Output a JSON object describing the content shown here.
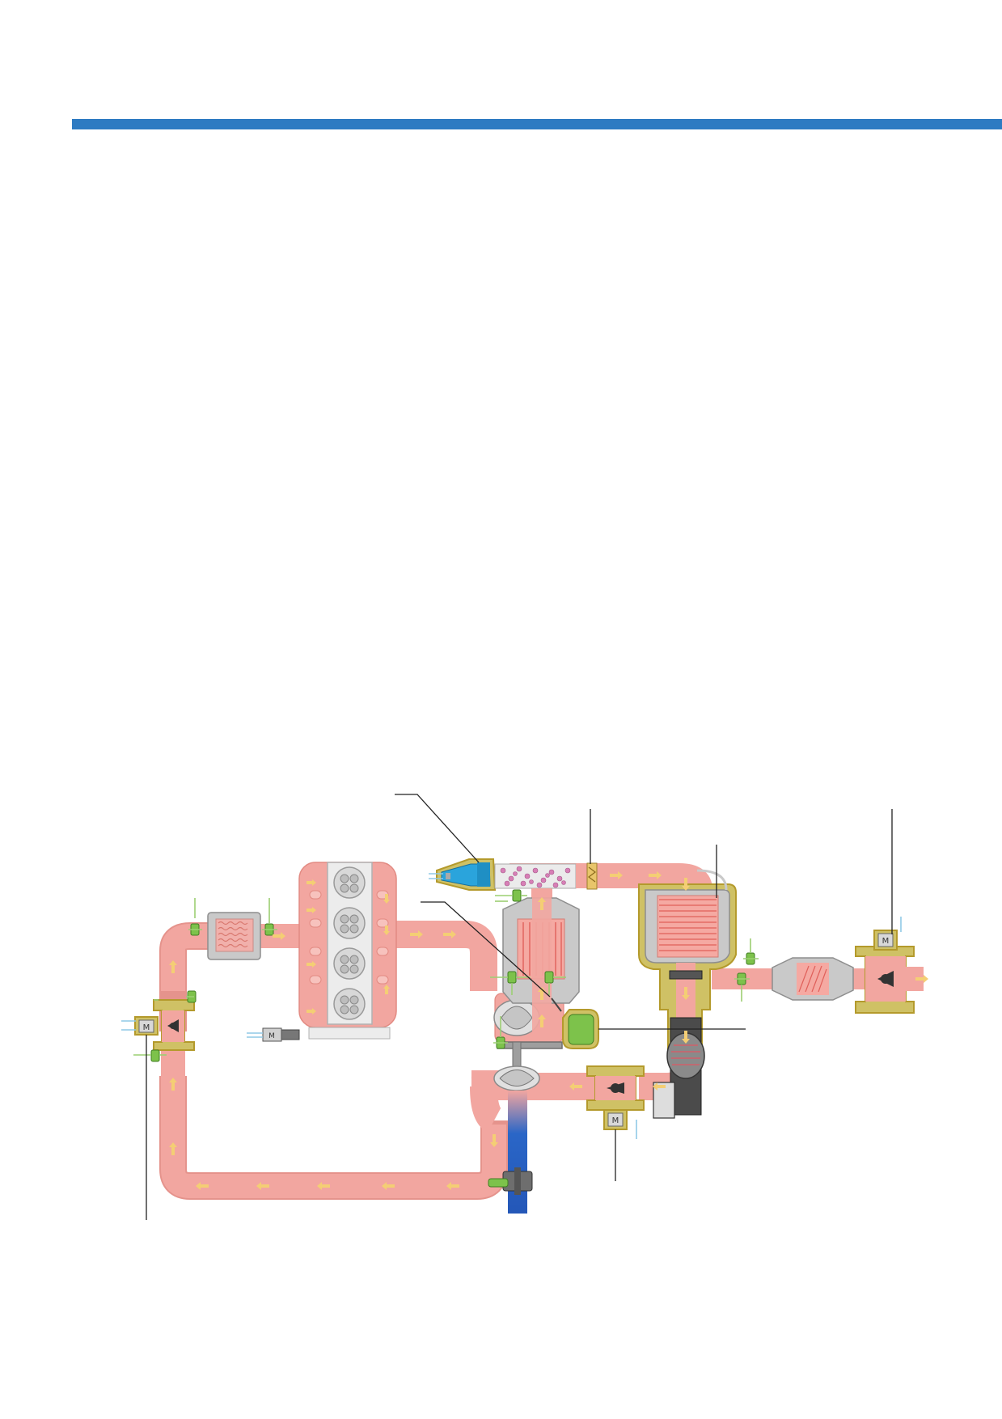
{
  "theme": {
    "accent": "#2e7bc2",
    "exhaust_pipe": "#f2a6a0",
    "insulation": "#cfc165",
    "sensor": "#7dc24b",
    "fresh_air": "#2a66c7",
    "injector": "#2aa4dc"
  },
  "components": [
    "header-rule",
    "egr-cooler",
    "engine-block",
    "egr-valve-left",
    "turbocharger",
    "fuel-injector",
    "mixer",
    "particle-filter",
    "catalytic-converter",
    "exhaust-flap-valve",
    "intake-throttle-valve",
    "intake-charge-cooler",
    "pressure-sensor",
    "air-mass-meter"
  ]
}
